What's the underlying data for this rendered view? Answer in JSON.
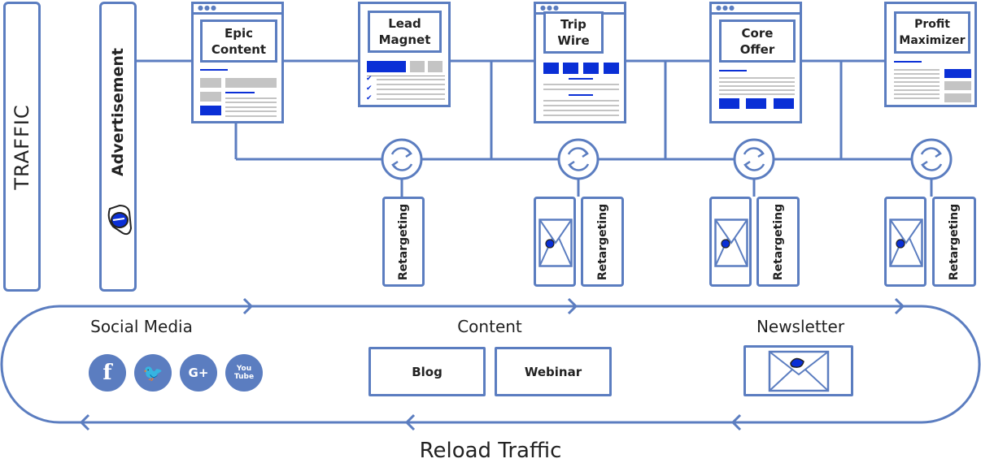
{
  "traffic_label": "TRAFFIC",
  "advertisement_label": "Advertisement",
  "funnel_stages": [
    {
      "title_line1": "Epic",
      "title_line2": "Content"
    },
    {
      "title_line1": "Lead",
      "title_line2": "Magnet"
    },
    {
      "title_line1": "Trip",
      "title_line2": "Wire"
    },
    {
      "title_line1": "Core",
      "title_line2": "Offer"
    },
    {
      "title_line1": "Profit",
      "title_line2": "Maximizer"
    }
  ],
  "retargeting_label": "Retargeting",
  "channels": {
    "social_media": {
      "label": "Social Media",
      "icons": [
        {
          "name": "facebook-icon",
          "glyph": "f"
        },
        {
          "name": "twitter-icon",
          "glyph": "🐦"
        },
        {
          "name": "google-plus-icon",
          "glyph": "G+"
        },
        {
          "name": "youtube-icon",
          "glyph": "You Tube"
        }
      ]
    },
    "content": {
      "label": "Content",
      "items": [
        "Blog",
        "Webinar"
      ]
    },
    "newsletter": {
      "label": "Newsletter"
    }
  },
  "reload_label": "Reload Traffic",
  "colors": {
    "line": "#5b7dc0",
    "accent": "#0a2fd6",
    "gray": "#c4c4c4"
  }
}
